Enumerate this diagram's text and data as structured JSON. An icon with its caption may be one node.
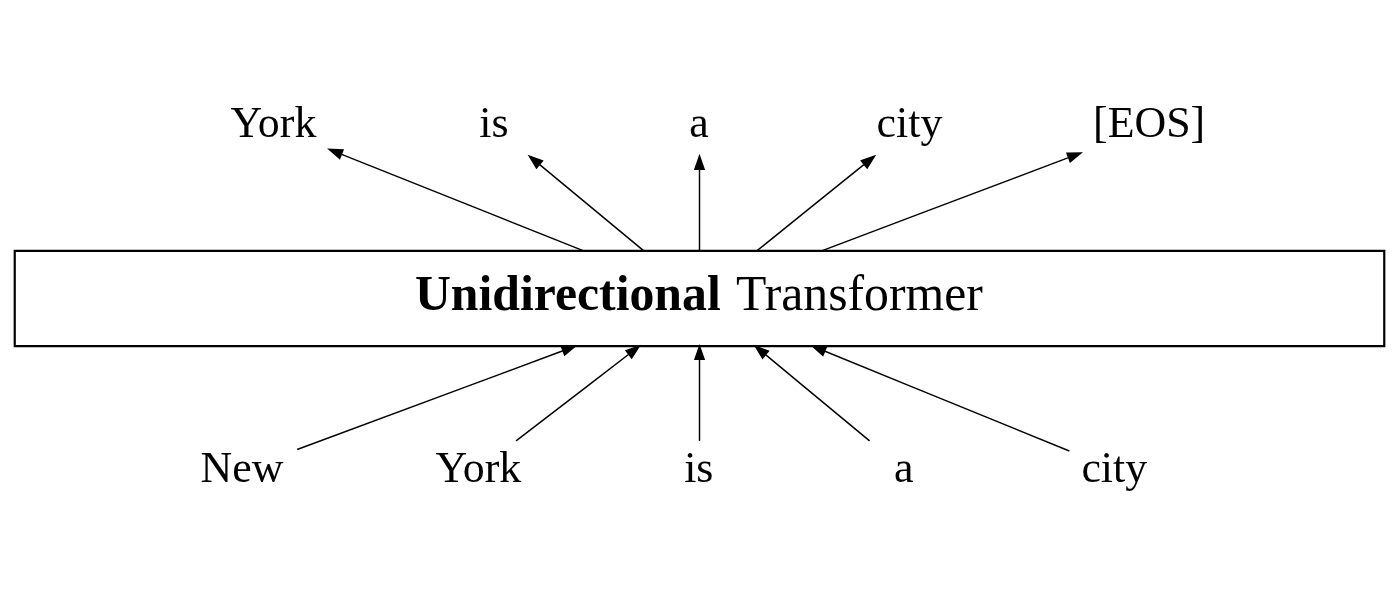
{
  "diagram": {
    "nodes": [
      {
        "text": [
          "York"
        ]
      },
      {
        "text": [
          "is"
        ]
      },
      {
        "text": [
          "a"
        ]
      },
      {
        "text": [
          "city"
        ]
      },
      {
        "text": [
          "[EOS]"
        ]
      },
      {
        "text": [
          "**Unidirectional** Transformer"
        ]
      },
      {
        "text": [
          "New"
        ]
      },
      {
        "text": [
          "York"
        ]
      },
      {
        "text": [
          "is"
        ]
      },
      {
        "text": [
          "a"
        ]
      },
      {
        "text": [
          "city"
        ]
      }
    ],
    "edges": [
      {
        "from": 6,
        "to": 5,
        "arrow": "to"
      },
      {
        "from": 7,
        "to": 5,
        "arrow": "to"
      },
      {
        "from": 8,
        "to": 5,
        "arrow": "to"
      },
      {
        "from": 9,
        "to": 5,
        "arrow": "to"
      },
      {
        "from": 10,
        "to": 5,
        "arrow": "to"
      },
      {
        "from": 5,
        "to": 0,
        "arrow": "to"
      },
      {
        "from": 5,
        "to": 1,
        "arrow": "to"
      },
      {
        "from": 5,
        "to": 2,
        "arrow": "to"
      },
      {
        "from": 5,
        "to": 3,
        "arrow": "to"
      },
      {
        "from": 5,
        "to": 4,
        "arrow": "to"
      }
    ]
  }
}
